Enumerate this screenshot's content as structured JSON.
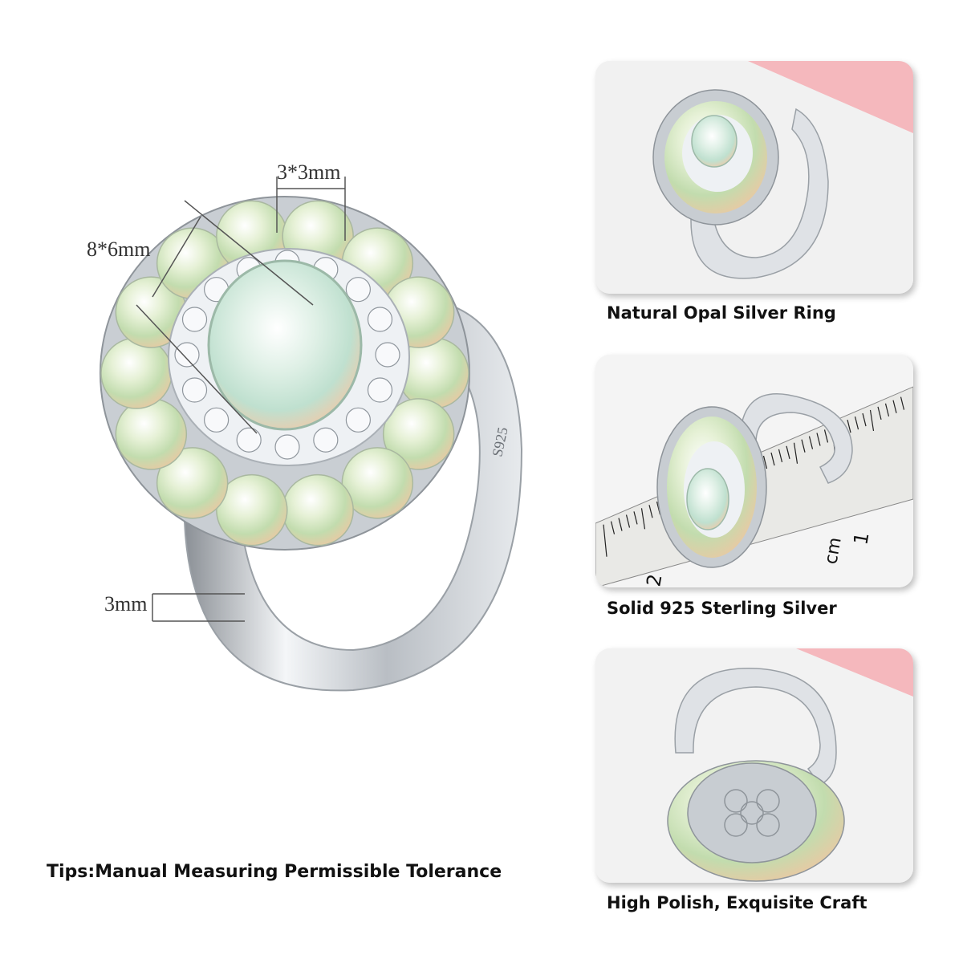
{
  "main": {
    "dim_center": "8*6mm",
    "dim_side": "3*3mm",
    "dim_band": "3mm",
    "stamp": "S925",
    "tips": "Tips:Manual Measuring Permissible Tolerance"
  },
  "panels": [
    {
      "caption": "Natural Opal Silver Ring"
    },
    {
      "caption": "Solid 925 Sterling Silver"
    },
    {
      "caption": "High Polish, Exquisite Craft"
    }
  ],
  "ruler": {
    "label_1": "1",
    "label_2": "2",
    "unit": "cm"
  },
  "colors": {
    "background": "#ffffff",
    "opal": "#cfe3c0",
    "silver": "#d9dde2",
    "pink_accent": "#f5b8bd"
  }
}
